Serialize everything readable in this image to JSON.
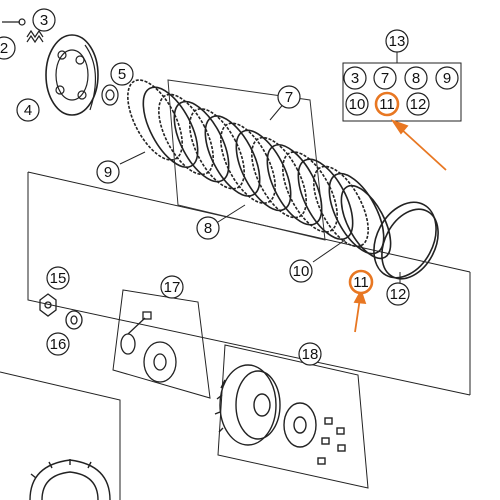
{
  "callouts": {
    "c2": "2",
    "c3": "3",
    "c4": "4",
    "c5": "5",
    "c7": "7",
    "c8": "8",
    "c9": "9",
    "c10": "10",
    "c11": "11",
    "c12": "12",
    "c13": "13",
    "c15": "15",
    "c16": "16",
    "c17": "17",
    "c18": "18"
  },
  "kit_box": {
    "row1": [
      "3",
      "7",
      "8",
      "9"
    ],
    "row2": [
      "10",
      "11",
      "12"
    ]
  },
  "colors": {
    "line": "#222222",
    "highlight": "#e87722",
    "gray": "#9a9a9a"
  }
}
